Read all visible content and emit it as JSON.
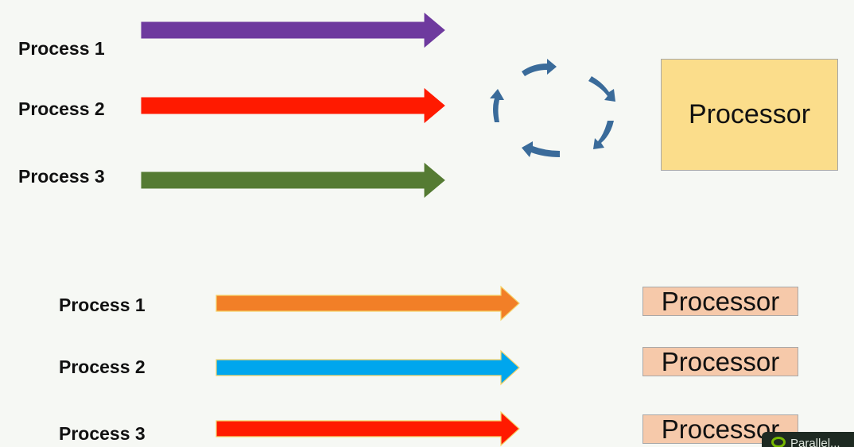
{
  "top": {
    "processes": [
      {
        "label": "Process 1",
        "color": "#6e3a9e"
      },
      {
        "label": "Process 2",
        "color": "#ff1a00"
      },
      {
        "label": "Process 3",
        "color": "#557b33"
      }
    ],
    "processor_label": "Processor",
    "processor_color": "#fbdd8b",
    "cycle_color": "#3a6b9a"
  },
  "bottom": {
    "processes": [
      {
        "label": "Process 1",
        "color": "#f27f27",
        "processor_label": "Processor"
      },
      {
        "label": "Process 2",
        "color": "#00a6ed",
        "processor_label": "Processor"
      },
      {
        "label": "Process 3",
        "color": "#ff1a00",
        "processor_label": "Processor"
      }
    ],
    "processor_color": "#f6c9aa"
  },
  "watermark": {
    "text": "Parallel..."
  }
}
